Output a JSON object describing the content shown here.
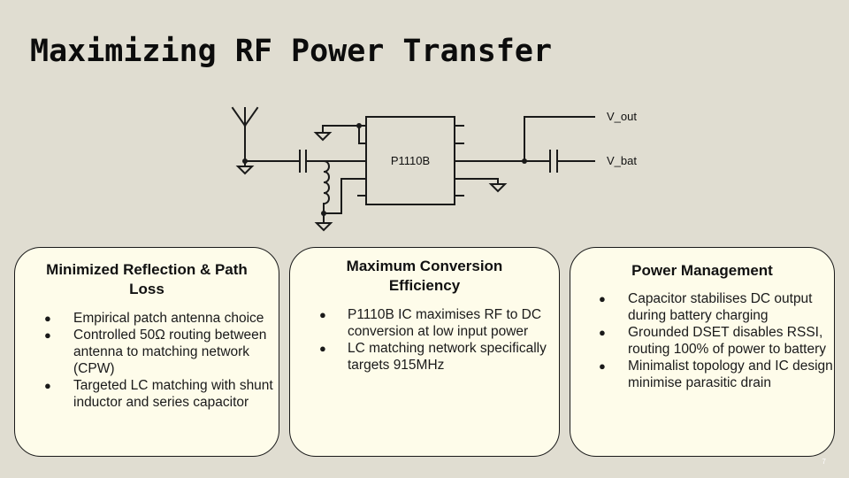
{
  "slide": {
    "title": "Maximizing RF Power Transfer",
    "slide_number": "7"
  },
  "schematic": {
    "ic_label": "P1110B",
    "output_labels": {
      "v_out": "V_out",
      "v_bat": "V_bat"
    },
    "components": [
      "antenna",
      "series-capacitor",
      "shunt-inductor",
      "ic-P1110B",
      "output-capacitor",
      "ground-symbols"
    ]
  },
  "cards": [
    {
      "title": "Minimized Reflection & Path Loss",
      "bullets": [
        "Empirical patch antenna choice",
        "Controlled 50Ω routing between antenna to matching network (CPW)",
        "Targeted LC matching with shunt inductor and series capacitor"
      ]
    },
    {
      "title": "Maximum Conversion Efficiency",
      "bullets": [
        "P1110B IC maximises RF to DC conversion at low input power",
        "LC matching network specifically targets 915MHz"
      ]
    },
    {
      "title": "Power Management",
      "bullets": [
        "Capacitor stabilises DC output during battery charging",
        "Grounded DSET disables RSSI, routing 100% of power to battery",
        "Minimalist topology and IC design minimise parasitic drain"
      ]
    }
  ],
  "colors": {
    "background": "#e0ddd1",
    "card_fill": "#fefcea",
    "stroke": "#1a1a1a"
  }
}
